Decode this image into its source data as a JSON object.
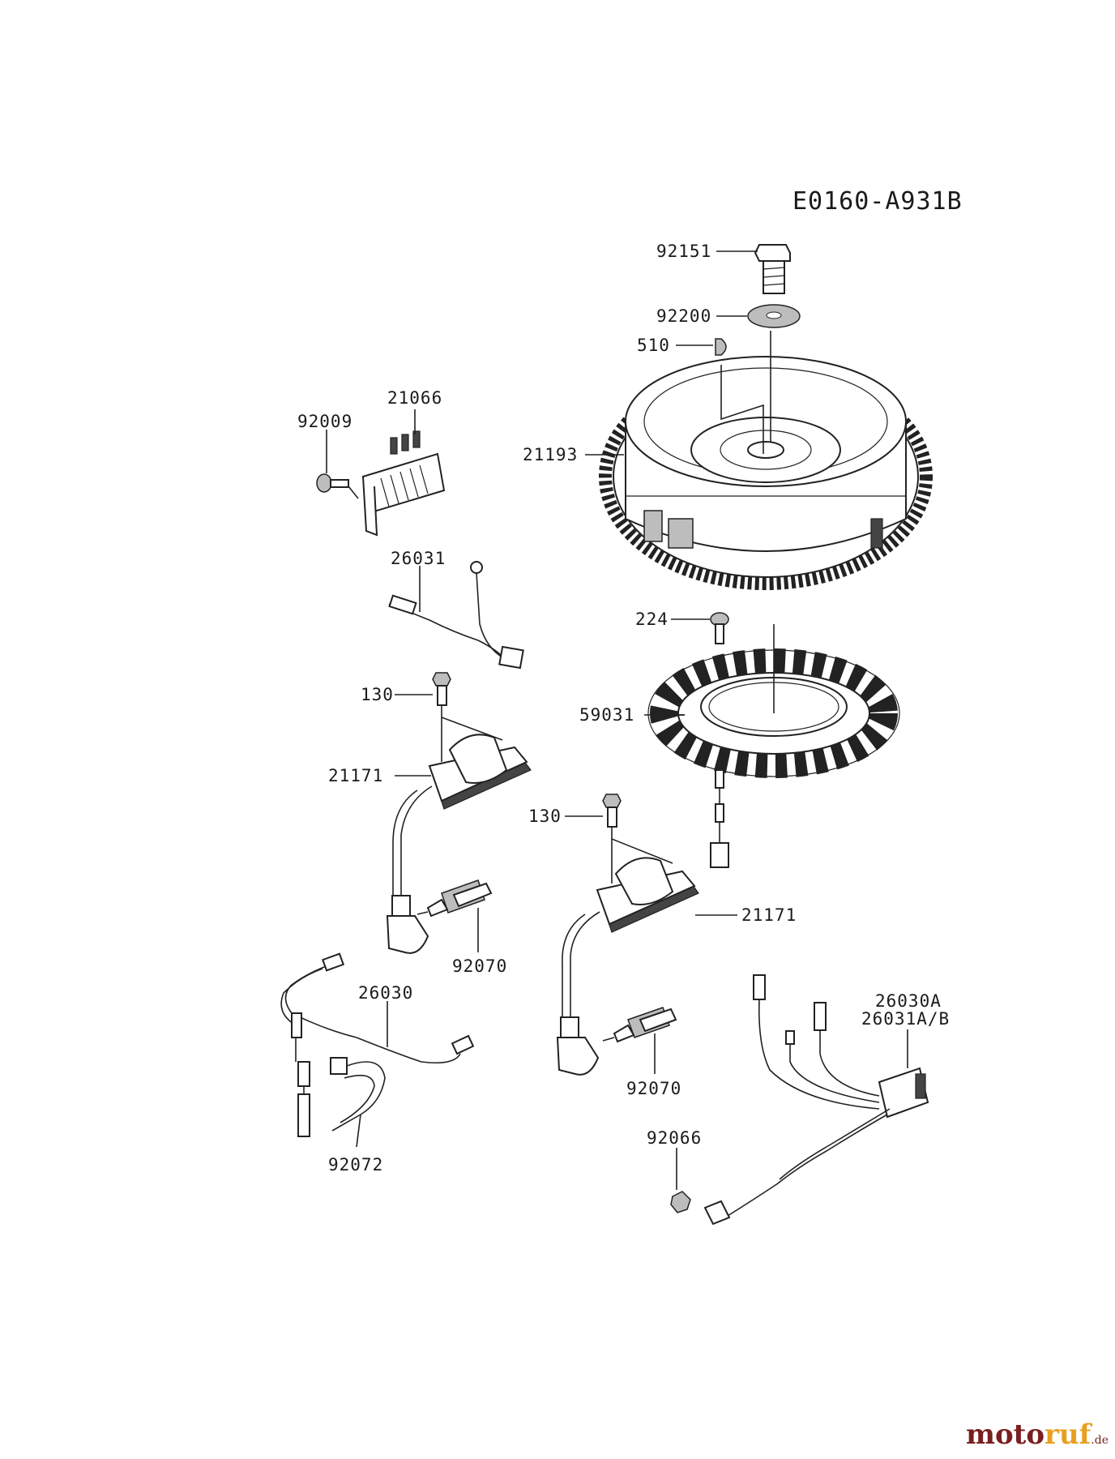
{
  "diagram_code": "E0160-A931B",
  "labels": {
    "p92151": "92151",
    "p92200": "92200",
    "p510": "510",
    "p21193": "21193",
    "p21066": "21066",
    "p92009": "92009",
    "p26031": "26031",
    "p224": "224",
    "p59031": "59031",
    "p130a": "130",
    "p21171a": "21171",
    "p130b": "130",
    "p21171b": "21171",
    "p92070a": "92070",
    "p26030": "26030",
    "p26030a": "26030A",
    "p26031ab": "26031A/B",
    "p92070b": "92070",
    "p92066": "92066",
    "p92072": "92072"
  },
  "brand": {
    "part1": "moto",
    "part2": "ruf",
    "suffix": ".de"
  }
}
